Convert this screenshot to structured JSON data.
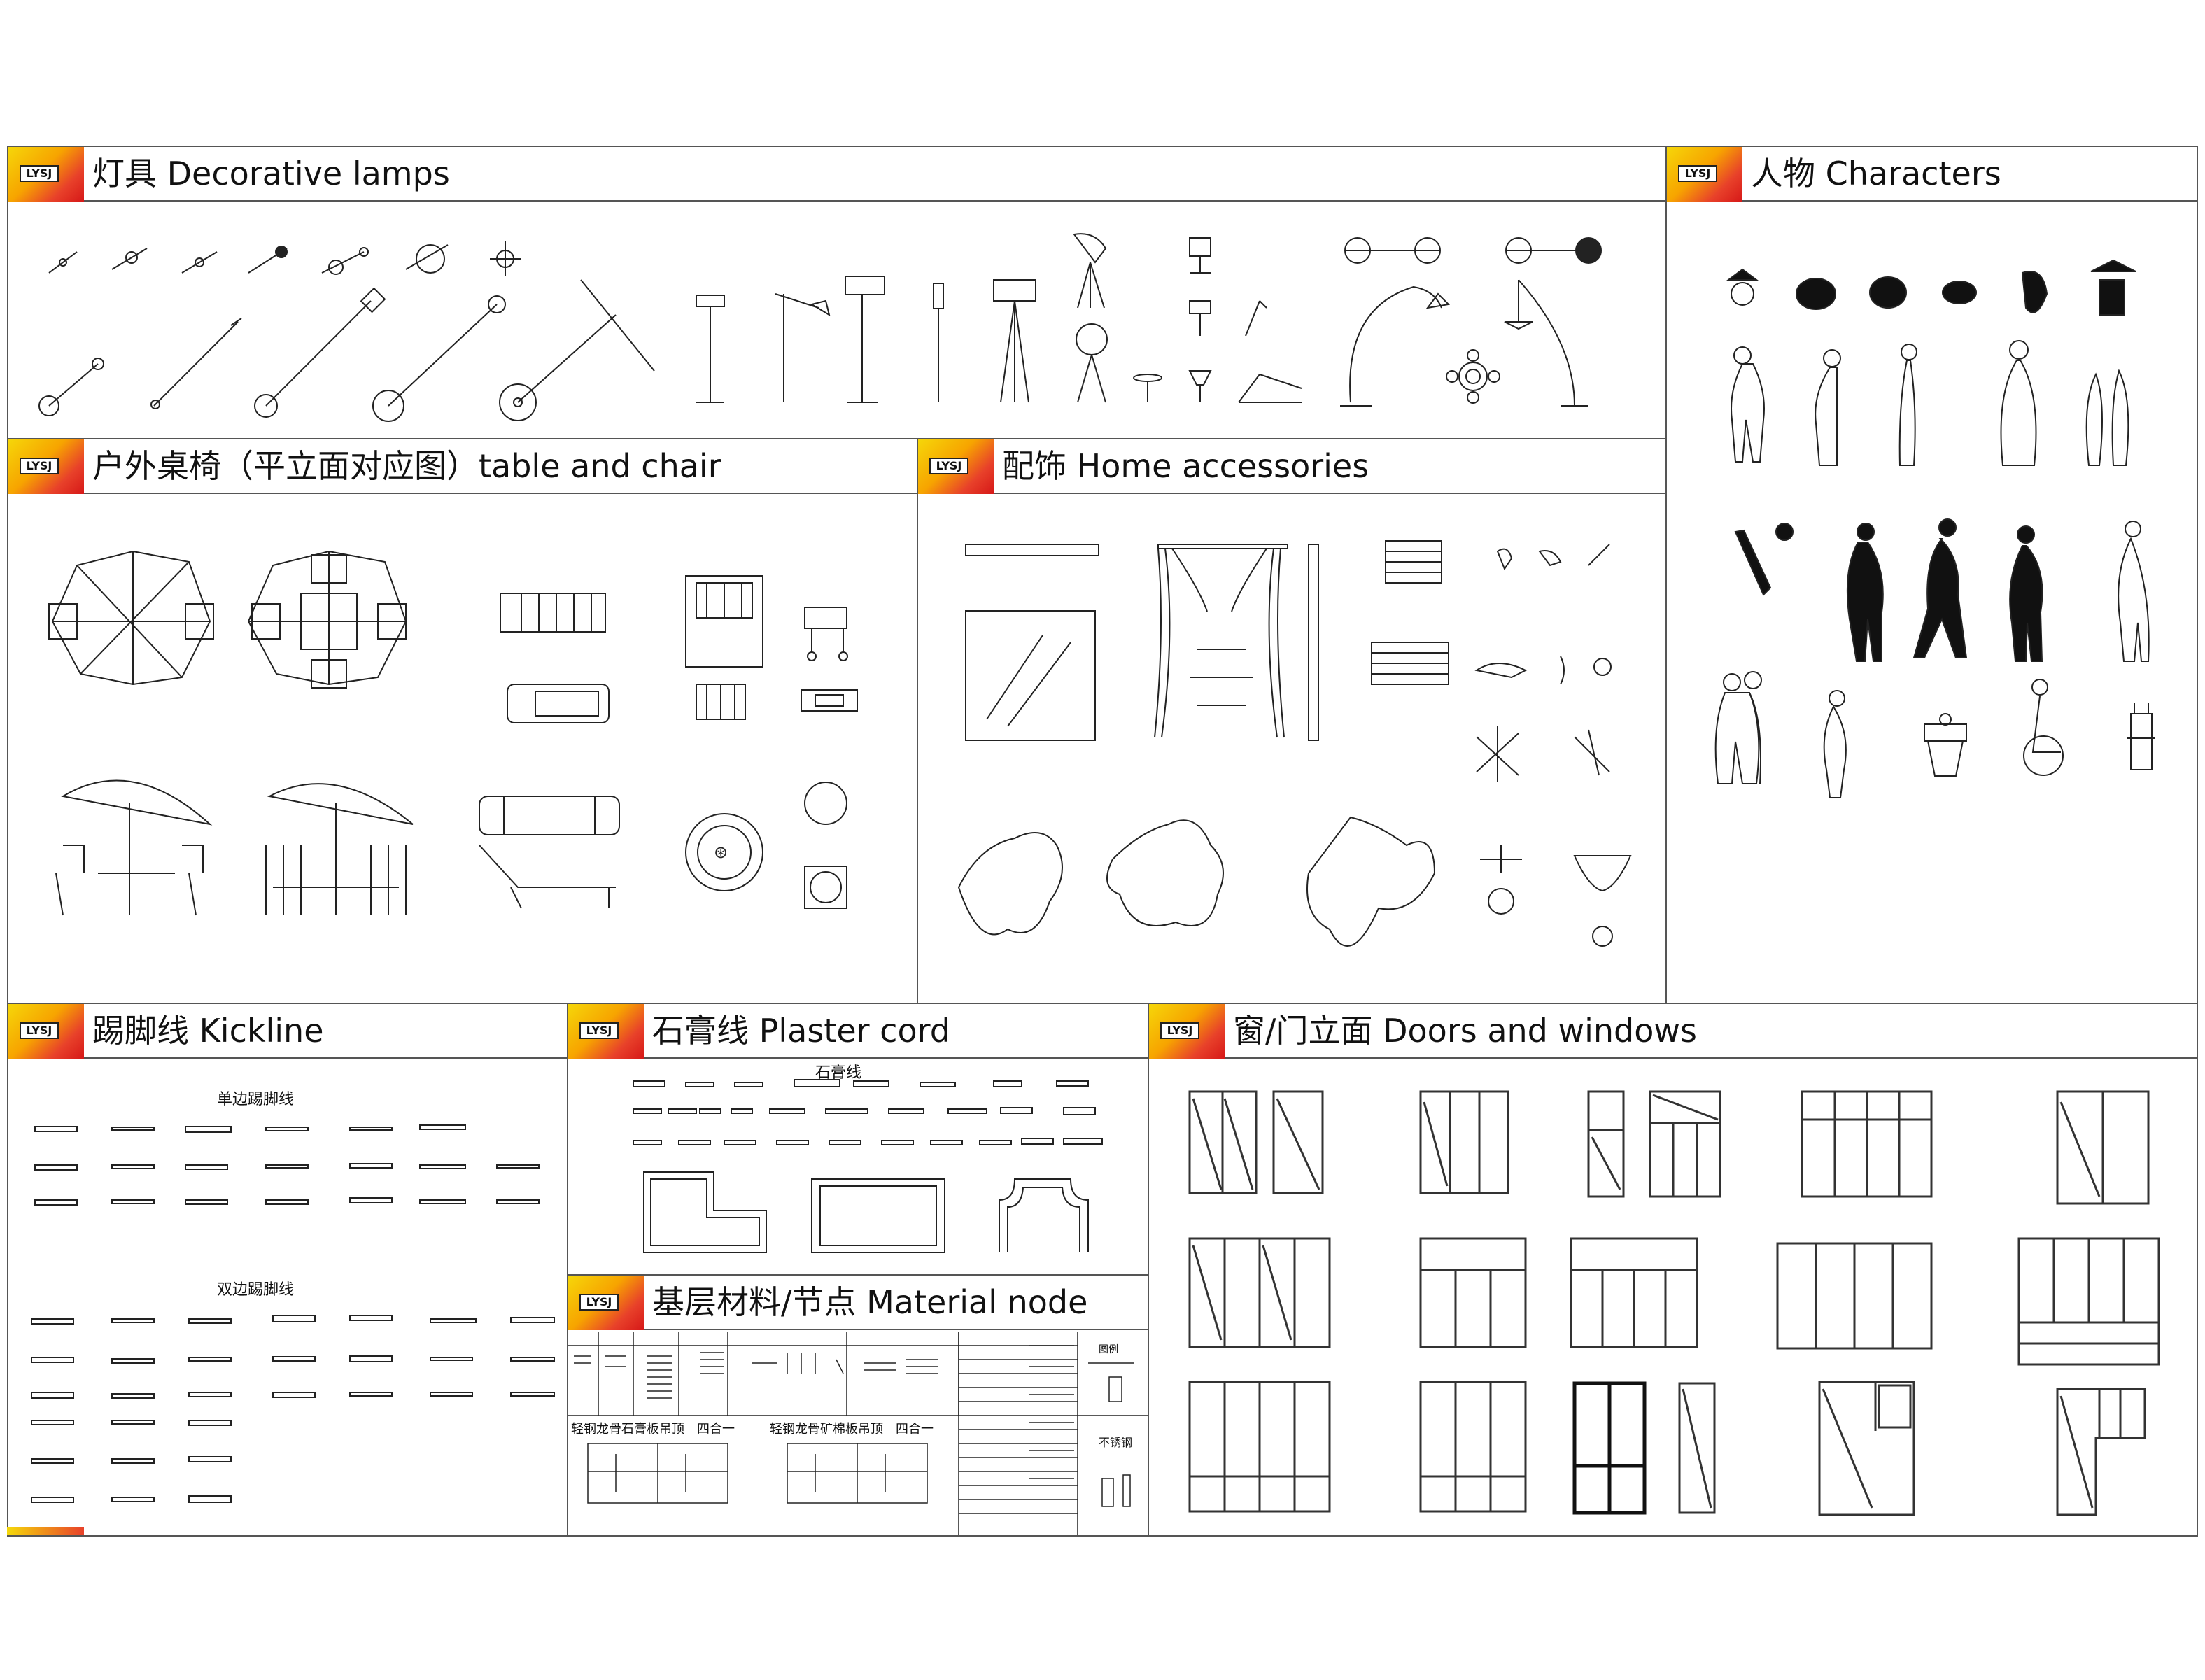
{
  "badge_text": "LYSJ",
  "colors": {
    "badge_gradient": [
      "#f5d90a",
      "#f7a400",
      "#e8412a",
      "#d61818"
    ],
    "line": "#555555"
  },
  "panels": {
    "lamps": {
      "title": "灯具 Decorative lamps"
    },
    "characters": {
      "title": "人物 Characters"
    },
    "table_chair": {
      "title": "户外桌椅（平立面对应图）table and chair"
    },
    "accessories": {
      "title": "配饰 Home accessories"
    },
    "kickline": {
      "title": "踢脚线 Kickline",
      "single_label": "单边踢脚线",
      "double_label": "双边踢脚线"
    },
    "plaster": {
      "title": "石膏线 Plaster cord",
      "sub_label": "石膏线"
    },
    "material": {
      "title": "基层材料/节点 Material node",
      "node_label_1": "轻钢龙骨石膏板吊顶　四合一",
      "node_label_2": "轻钢龙骨矿棉板吊顶　四合一",
      "side_label": "不锈钢",
      "legend_label": "图例"
    },
    "doors": {
      "title": "窗/门立面 Doors and windows"
    }
  }
}
